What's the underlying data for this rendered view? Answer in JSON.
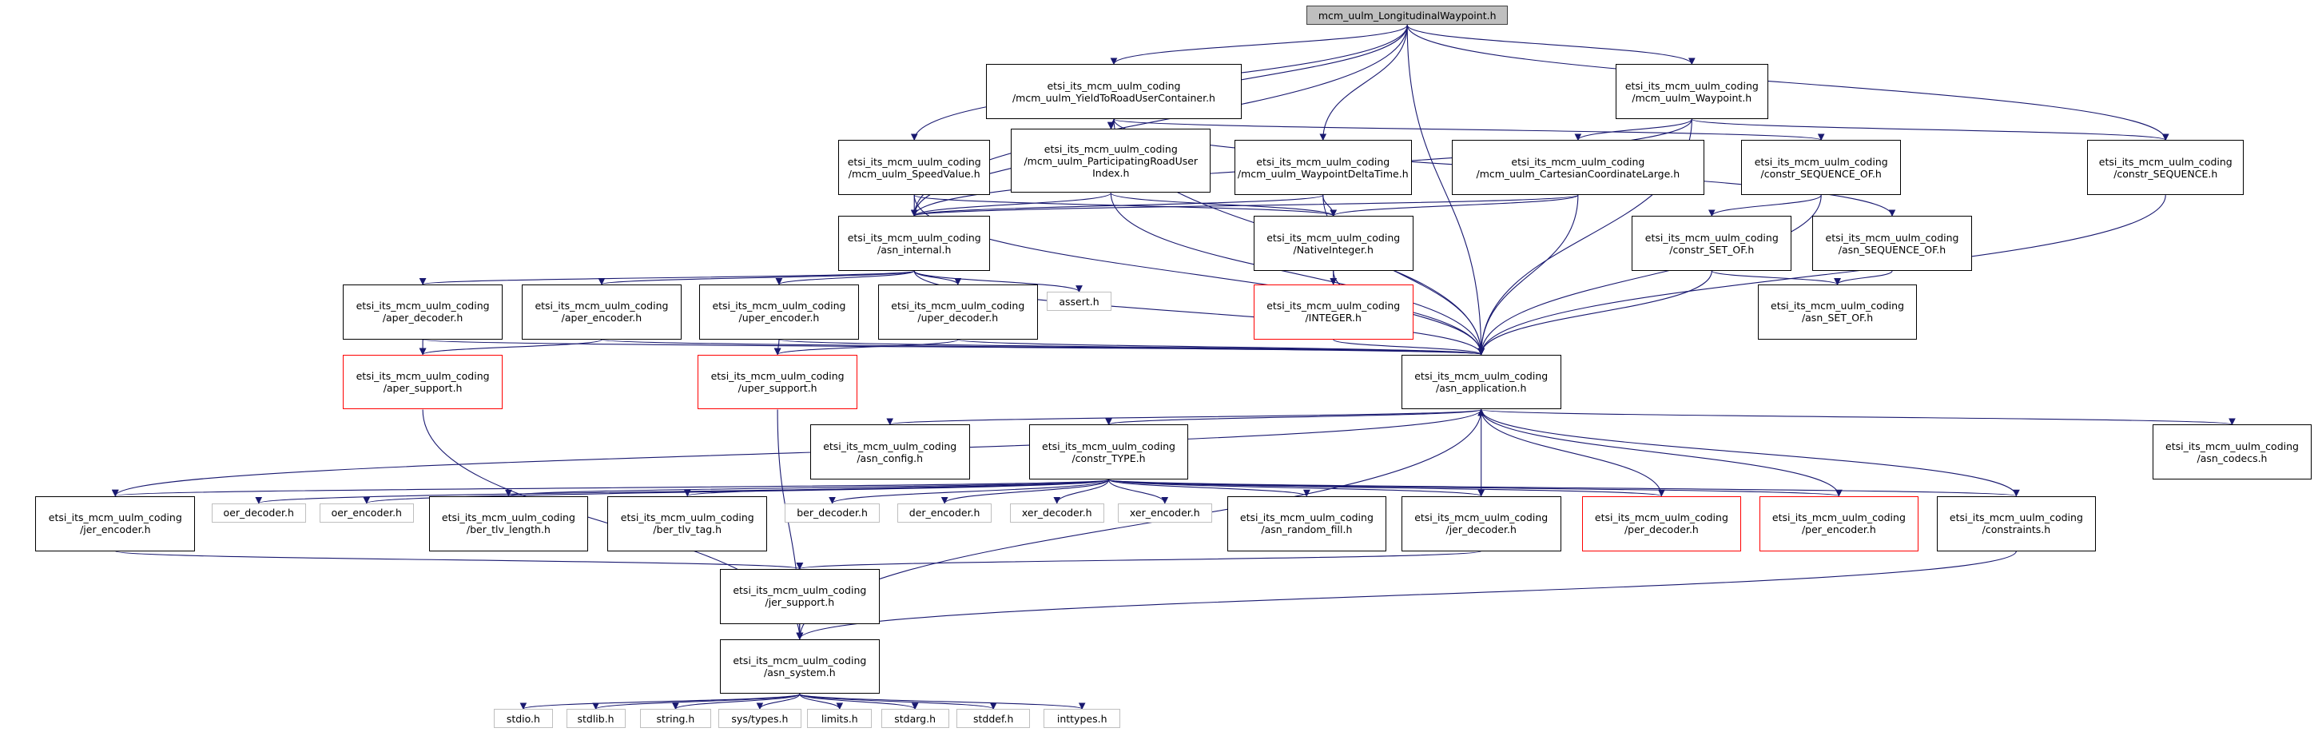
{
  "diagram": {
    "type": "include-dependency-graph",
    "root": "mcm_uulm_LongitudinalWaypoint.h",
    "colors": {
      "edge": "#191970",
      "root_fill": "#bfbfbf",
      "documented_border": "#000000",
      "undocumented_border": "#ff0000",
      "system_header_border": "#bfbfbf"
    },
    "nodes": [
      {
        "id": "root",
        "lines": [
          "mcm_uulm_LongitudinalWaypoint.h"
        ],
        "kind": "root"
      },
      {
        "id": "yield",
        "lines": [
          "etsi_its_mcm_uulm_coding",
          "/mcm_uulm_YieldToRoadUserContainer.h"
        ],
        "kind": "documented"
      },
      {
        "id": "waypoint",
        "lines": [
          "etsi_its_mcm_uulm_coding",
          "/mcm_uulm_Waypoint.h"
        ],
        "kind": "documented"
      },
      {
        "id": "speed",
        "lines": [
          "etsi_its_mcm_uulm_coding",
          "/mcm_uulm_SpeedValue.h"
        ],
        "kind": "documented"
      },
      {
        "id": "partidx",
        "lines": [
          "etsi_its_mcm_uulm_coding",
          "/mcm_uulm_ParticipatingRoadUser",
          "Index.h"
        ],
        "kind": "documented"
      },
      {
        "id": "wpdelta",
        "lines": [
          "etsi_its_mcm_uulm_coding",
          "/mcm_uulm_WaypointDeltaTime.h"
        ],
        "kind": "documented"
      },
      {
        "id": "cartesian",
        "lines": [
          "etsi_its_mcm_uulm_coding",
          "/mcm_uulm_CartesianCoordinateLarge.h"
        ],
        "kind": "documented"
      },
      {
        "id": "seqof",
        "lines": [
          "etsi_its_mcm_uulm_coding",
          "/constr_SEQUENCE_OF.h"
        ],
        "kind": "documented"
      },
      {
        "id": "seq",
        "lines": [
          "etsi_its_mcm_uulm_coding",
          "/constr_SEQUENCE.h"
        ],
        "kind": "documented"
      },
      {
        "id": "internal",
        "lines": [
          "etsi_its_mcm_uulm_coding",
          "/asn_internal.h"
        ],
        "kind": "documented"
      },
      {
        "id": "nativeint",
        "lines": [
          "etsi_its_mcm_uulm_coding",
          "/NativeInteger.h"
        ],
        "kind": "documented"
      },
      {
        "id": "setof",
        "lines": [
          "etsi_its_mcm_uulm_coding",
          "/constr_SET_OF.h"
        ],
        "kind": "documented"
      },
      {
        "id": "asnseqof",
        "lines": [
          "etsi_its_mcm_uulm_coding",
          "/asn_SEQUENCE_OF.h"
        ],
        "kind": "documented"
      },
      {
        "id": "apdec",
        "lines": [
          "etsi_its_mcm_uulm_coding",
          "/aper_decoder.h"
        ],
        "kind": "documented"
      },
      {
        "id": "apenc",
        "lines": [
          "etsi_its_mcm_uulm_coding",
          "/aper_encoder.h"
        ],
        "kind": "documented"
      },
      {
        "id": "upenc",
        "lines": [
          "etsi_its_mcm_uulm_coding",
          "/uper_encoder.h"
        ],
        "kind": "documented"
      },
      {
        "id": "updec",
        "lines": [
          "etsi_its_mcm_uulm_coding",
          "/uper_decoder.h"
        ],
        "kind": "documented"
      },
      {
        "id": "assert",
        "lines": [
          "assert.h"
        ],
        "kind": "system"
      },
      {
        "id": "integer",
        "lines": [
          "etsi_its_mcm_uulm_coding",
          "/INTEGER.h"
        ],
        "kind": "undocumented"
      },
      {
        "id": "asnsetof",
        "lines": [
          "etsi_its_mcm_uulm_coding",
          "/asn_SET_OF.h"
        ],
        "kind": "documented"
      },
      {
        "id": "apsup",
        "lines": [
          "etsi_its_mcm_uulm_coding",
          "/aper_support.h"
        ],
        "kind": "undocumented"
      },
      {
        "id": "upsup",
        "lines": [
          "etsi_its_mcm_uulm_coding",
          "/uper_support.h"
        ],
        "kind": "undocumented"
      },
      {
        "id": "app",
        "lines": [
          "etsi_its_mcm_uulm_coding",
          "/asn_application.h"
        ],
        "kind": "documented"
      },
      {
        "id": "config",
        "lines": [
          "etsi_its_mcm_uulm_coding",
          "/asn_config.h"
        ],
        "kind": "documented"
      },
      {
        "id": "ctype",
        "lines": [
          "etsi_its_mcm_uulm_coding",
          "/constr_TYPE.h"
        ],
        "kind": "documented"
      },
      {
        "id": "codecs",
        "lines": [
          "etsi_its_mcm_uulm_coding",
          "/asn_codecs.h"
        ],
        "kind": "documented"
      },
      {
        "id": "jerenc",
        "lines": [
          "etsi_its_mcm_uulm_coding",
          "/jer_encoder.h"
        ],
        "kind": "documented"
      },
      {
        "id": "oerdec",
        "lines": [
          "oer_decoder.h"
        ],
        "kind": "system"
      },
      {
        "id": "oerenc",
        "lines": [
          "oer_encoder.h"
        ],
        "kind": "system"
      },
      {
        "id": "tlvlen",
        "lines": [
          "etsi_its_mcm_uulm_coding",
          "/ber_tlv_length.h"
        ],
        "kind": "documented"
      },
      {
        "id": "tlvtag",
        "lines": [
          "etsi_its_mcm_uulm_coding",
          "/ber_tlv_tag.h"
        ],
        "kind": "documented"
      },
      {
        "id": "berdec",
        "lines": [
          "ber_decoder.h"
        ],
        "kind": "system"
      },
      {
        "id": "derenc",
        "lines": [
          "der_encoder.h"
        ],
        "kind": "system"
      },
      {
        "id": "xerdec",
        "lines": [
          "xer_decoder.h"
        ],
        "kind": "system"
      },
      {
        "id": "xerenc",
        "lines": [
          "xer_encoder.h"
        ],
        "kind": "system"
      },
      {
        "id": "rfill",
        "lines": [
          "etsi_its_mcm_uulm_coding",
          "/asn_random_fill.h"
        ],
        "kind": "documented"
      },
      {
        "id": "jerdec",
        "lines": [
          "etsi_its_mcm_uulm_coding",
          "/jer_decoder.h"
        ],
        "kind": "documented"
      },
      {
        "id": "perdec",
        "lines": [
          "etsi_its_mcm_uulm_coding",
          "/per_decoder.h"
        ],
        "kind": "undocumented"
      },
      {
        "id": "perenc",
        "lines": [
          "etsi_its_mcm_uulm_coding",
          "/per_encoder.h"
        ],
        "kind": "undocumented"
      },
      {
        "id": "constraints",
        "lines": [
          "etsi_its_mcm_uulm_coding",
          "/constraints.h"
        ],
        "kind": "documented"
      },
      {
        "id": "jersup",
        "lines": [
          "etsi_its_mcm_uulm_coding",
          "/jer_support.h"
        ],
        "kind": "documented"
      },
      {
        "id": "system",
        "lines": [
          "etsi_its_mcm_uulm_coding",
          "/asn_system.h"
        ],
        "kind": "documented"
      },
      {
        "id": "stdio",
        "lines": [
          "stdio.h"
        ],
        "kind": "system"
      },
      {
        "id": "stdlib",
        "lines": [
          "stdlib.h"
        ],
        "kind": "system"
      },
      {
        "id": "string",
        "lines": [
          "string.h"
        ],
        "kind": "system"
      },
      {
        "id": "systypes",
        "lines": [
          "sys/types.h"
        ],
        "kind": "system"
      },
      {
        "id": "limits",
        "lines": [
          "limits.h"
        ],
        "kind": "system"
      },
      {
        "id": "stdarg",
        "lines": [
          "stdarg.h"
        ],
        "kind": "system"
      },
      {
        "id": "stddef",
        "lines": [
          "stddef.h"
        ],
        "kind": "system"
      },
      {
        "id": "inttypes",
        "lines": [
          "inttypes.h"
        ],
        "kind": "system"
      }
    ],
    "edges": [
      [
        "root",
        "yield"
      ],
      [
        "root",
        "waypoint"
      ],
      [
        "root",
        "speed"
      ],
      [
        "root",
        "partidx"
      ],
      [
        "root",
        "wpdelta"
      ],
      [
        "root",
        "seq"
      ],
      [
        "root",
        "internal"
      ],
      [
        "root",
        "app"
      ],
      [
        "yield",
        "partidx"
      ],
      [
        "yield",
        "internal"
      ],
      [
        "yield",
        "seqof"
      ],
      [
        "yield",
        "asnseqof"
      ],
      [
        "yield",
        "app"
      ],
      [
        "waypoint",
        "cartesian"
      ],
      [
        "waypoint",
        "seq"
      ],
      [
        "waypoint",
        "internal"
      ],
      [
        "waypoint",
        "app"
      ],
      [
        "speed",
        "internal"
      ],
      [
        "speed",
        "nativeint"
      ],
      [
        "speed",
        "app"
      ],
      [
        "partidx",
        "internal"
      ],
      [
        "partidx",
        "nativeint"
      ],
      [
        "partidx",
        "app"
      ],
      [
        "wpdelta",
        "internal"
      ],
      [
        "wpdelta",
        "nativeint"
      ],
      [
        "wpdelta",
        "app"
      ],
      [
        "cartesian",
        "internal"
      ],
      [
        "cartesian",
        "nativeint"
      ],
      [
        "cartesian",
        "app"
      ],
      [
        "seqof",
        "setof"
      ],
      [
        "seqof",
        "app"
      ],
      [
        "seq",
        "app"
      ],
      [
        "setof",
        "asnsetof"
      ],
      [
        "setof",
        "app"
      ],
      [
        "asnseqof",
        "asnsetof"
      ],
      [
        "internal",
        "apdec"
      ],
      [
        "internal",
        "apenc"
      ],
      [
        "internal",
        "upenc"
      ],
      [
        "internal",
        "updec"
      ],
      [
        "internal",
        "assert"
      ],
      [
        "internal",
        "app"
      ],
      [
        "nativeint",
        "integer"
      ],
      [
        "nativeint",
        "app"
      ],
      [
        "integer",
        "app"
      ],
      [
        "apdec",
        "apsup"
      ],
      [
        "apdec",
        "app"
      ],
      [
        "apenc",
        "apsup"
      ],
      [
        "apenc",
        "app"
      ],
      [
        "upenc",
        "upsup"
      ],
      [
        "upenc",
        "app"
      ],
      [
        "updec",
        "upsup"
      ],
      [
        "updec",
        "app"
      ],
      [
        "apsup",
        "system"
      ],
      [
        "upsup",
        "system"
      ],
      [
        "app",
        "config"
      ],
      [
        "app",
        "ctype"
      ],
      [
        "app",
        "codecs"
      ],
      [
        "app",
        "system"
      ],
      [
        "app",
        "jerenc"
      ],
      [
        "ctype",
        "jerenc"
      ],
      [
        "ctype",
        "oerdec"
      ],
      [
        "ctype",
        "oerenc"
      ],
      [
        "ctype",
        "tlvlen"
      ],
      [
        "ctype",
        "tlvtag"
      ],
      [
        "ctype",
        "berdec"
      ],
      [
        "ctype",
        "derenc"
      ],
      [
        "ctype",
        "xerdec"
      ],
      [
        "ctype",
        "xerenc"
      ],
      [
        "ctype",
        "rfill"
      ],
      [
        "ctype",
        "jerdec"
      ],
      [
        "ctype",
        "perdec"
      ],
      [
        "ctype",
        "perenc"
      ],
      [
        "ctype",
        "constraints"
      ],
      [
        "jerdec",
        "app"
      ],
      [
        "perdec",
        "app"
      ],
      [
        "perenc",
        "app"
      ],
      [
        "constraints",
        "app"
      ],
      [
        "jerenc",
        "jersup"
      ],
      [
        "jerdec",
        "jersup"
      ],
      [
        "jersup",
        "system"
      ],
      [
        "constraints",
        "system"
      ],
      [
        "system",
        "stdio"
      ],
      [
        "system",
        "stdlib"
      ],
      [
        "system",
        "string"
      ],
      [
        "system",
        "systypes"
      ],
      [
        "system",
        "limits"
      ],
      [
        "system",
        "stdarg"
      ],
      [
        "system",
        "stddef"
      ],
      [
        "system",
        "inttypes"
      ]
    ]
  }
}
